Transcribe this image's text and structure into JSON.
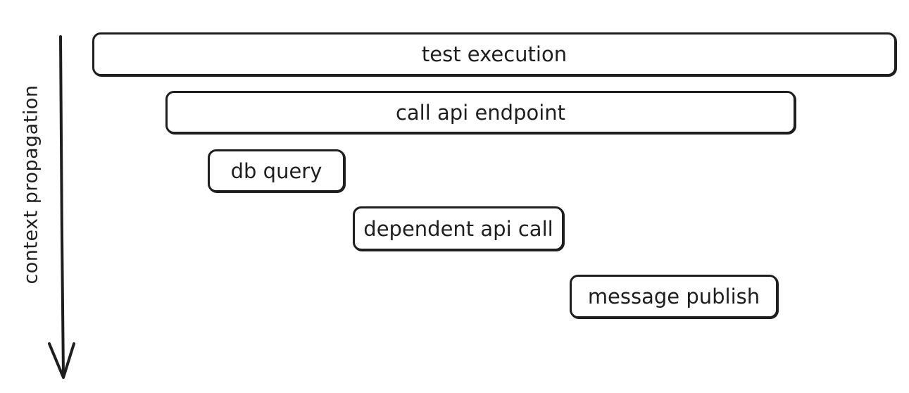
{
  "diagram": {
    "axis_label": "context propagation",
    "spans": [
      {
        "id": "test-execution",
        "label": "test execution"
      },
      {
        "id": "call-api-endpoint",
        "label": "call api endpoint"
      },
      {
        "id": "db-query",
        "label": "db query"
      },
      {
        "id": "dependent-api-call",
        "label": "dependent api call"
      },
      {
        "id": "message-publish",
        "label": "message publish"
      }
    ],
    "colors": {
      "stroke": "#1e1e1e",
      "background": "#ffffff"
    }
  }
}
